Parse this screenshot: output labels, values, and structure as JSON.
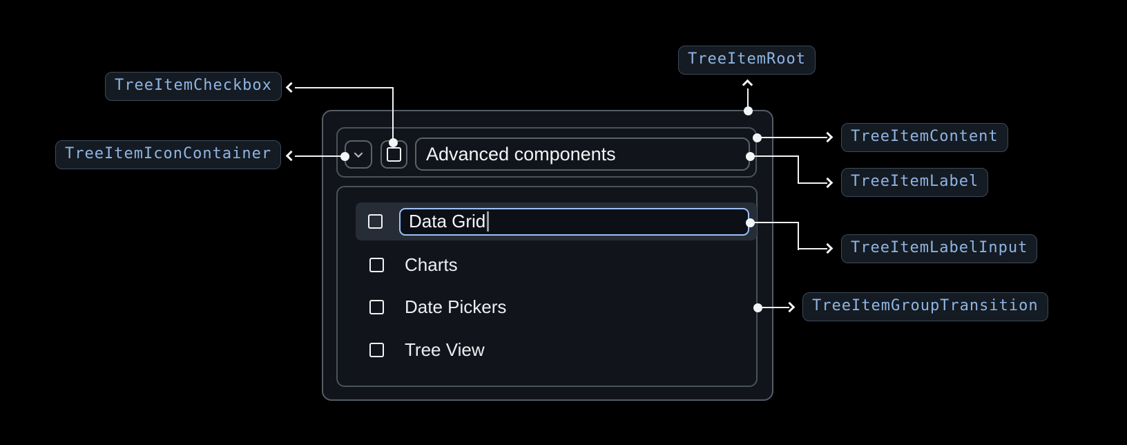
{
  "component": {
    "parent_item": {
      "label": "Advanced components",
      "expanded": true
    },
    "child_items": [
      {
        "label": "Data Grid",
        "editing": true
      },
      {
        "label": "Charts"
      },
      {
        "label": "Date Pickers"
      },
      {
        "label": "Tree View"
      }
    ]
  },
  "annotations": {
    "root": {
      "label": "TreeItemRoot"
    },
    "checkbox": {
      "label": "TreeItemCheckbox"
    },
    "icon_container": {
      "label": "TreeItemIconContainer"
    },
    "content": {
      "label": "TreeItemContent"
    },
    "item_label": {
      "label": "TreeItemLabel"
    },
    "label_input": {
      "label": "TreeItemLabelInput"
    },
    "group_transition": {
      "label": "TreeItemGroupTransition"
    }
  },
  "colors": {
    "background": "#000000",
    "panel_background": "#11151b",
    "panel_border": "#565d66",
    "inner_border": "#4a525b",
    "selected_row_background": "#272d36",
    "input_focus_border": "#9dc2f7",
    "annotation_text": "#8fb5e3",
    "annotation_background": "#151b23",
    "annotation_border": "#3e4a58",
    "connector": "#f2f4f6",
    "tree_text": "#eceef1"
  }
}
